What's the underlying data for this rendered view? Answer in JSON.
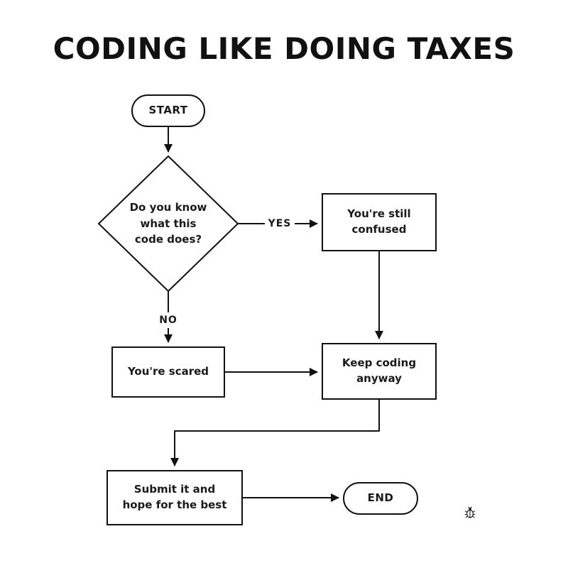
{
  "title": "CODING LIKE DOING TAXES",
  "flowchart": {
    "start": "START",
    "decision": "Do you know what this code does?",
    "yes": "YES",
    "no": "NO",
    "confused": "You're still confused",
    "scared": "You're scared",
    "keep_coding": "Keep coding anyway",
    "submit": "Submit it and hope for the best",
    "end": "END"
  },
  "icons": {
    "bug": "bug-logo"
  },
  "colors": {
    "line": "#111111",
    "text": "#1a1a1a",
    "background": "#ffffff"
  }
}
